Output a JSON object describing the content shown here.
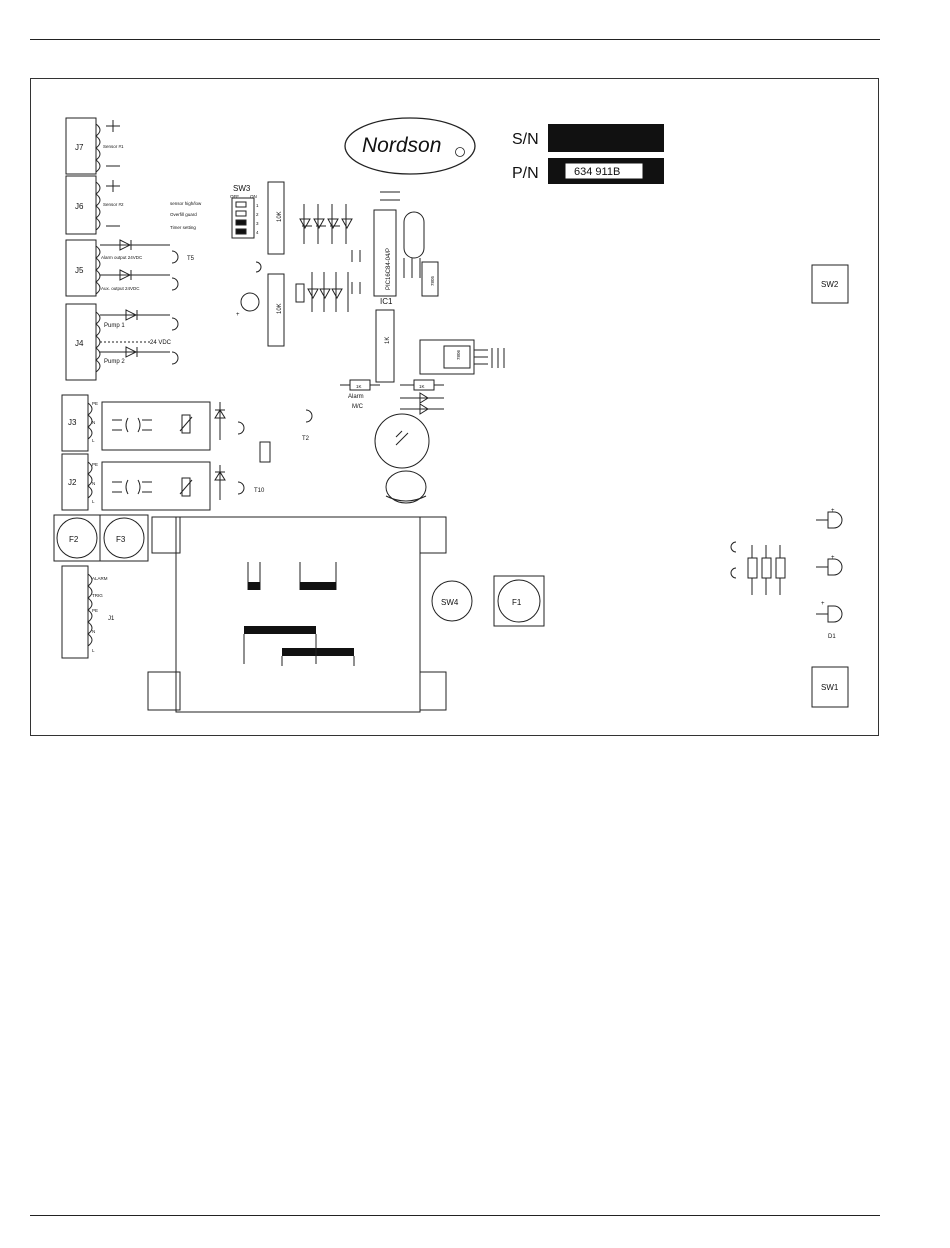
{
  "logo": {
    "text": "Nordson",
    "mark": "®"
  },
  "serial": {
    "sn_label": "S/N",
    "pn_label": "P/N",
    "pn_value": "634 911B"
  },
  "connectors": {
    "j7": "J7",
    "j6": "J6",
    "j5": "J5",
    "j4": "J4",
    "j3": "J3",
    "j2": "J2",
    "j1": "J1",
    "sensor1": "Sensor #1",
    "sensor2": "Sensor #2",
    "alarm_output": "Alarm output 24VDC",
    "aux_output": "Aux. output 24VDC",
    "pump1": "Pump 1",
    "pump2": "Pump 2",
    "vdc24": "24 VDC",
    "pe": "PE",
    "n": "N",
    "l": "L",
    "alarm": "ALARM",
    "trig": "TRIG"
  },
  "switch_sw3": {
    "label": "SW3",
    "off": "OFF",
    "on": "ON",
    "rows": [
      "sensor high/low",
      "Overfill guard",
      "Timer setting"
    ],
    "numbers": [
      "1",
      "2",
      "3",
      "4"
    ]
  },
  "components": {
    "t5": "T5",
    "t2": "T2",
    "t10": "T10",
    "r10k_a": "10K",
    "r10k_b": "10K",
    "r1k": "1K",
    "r1k_a": "1K",
    "r1k_b": "1K",
    "ic1": "IC1",
    "ic1_chip": "PIC16C84-04/P",
    "alarm_mc": "Alarm\nM/C",
    "alarm": "Alarm",
    "mc": "M/C",
    "vr": "7805",
    "reg2": "7806"
  },
  "switches": {
    "sw1": "SW1",
    "sw2": "SW2",
    "sw4": "SW4"
  },
  "fuses": {
    "f1": "F1",
    "f2": "F2",
    "f3": "F3"
  },
  "leds": {
    "d1": "D1",
    "plus": "+"
  }
}
